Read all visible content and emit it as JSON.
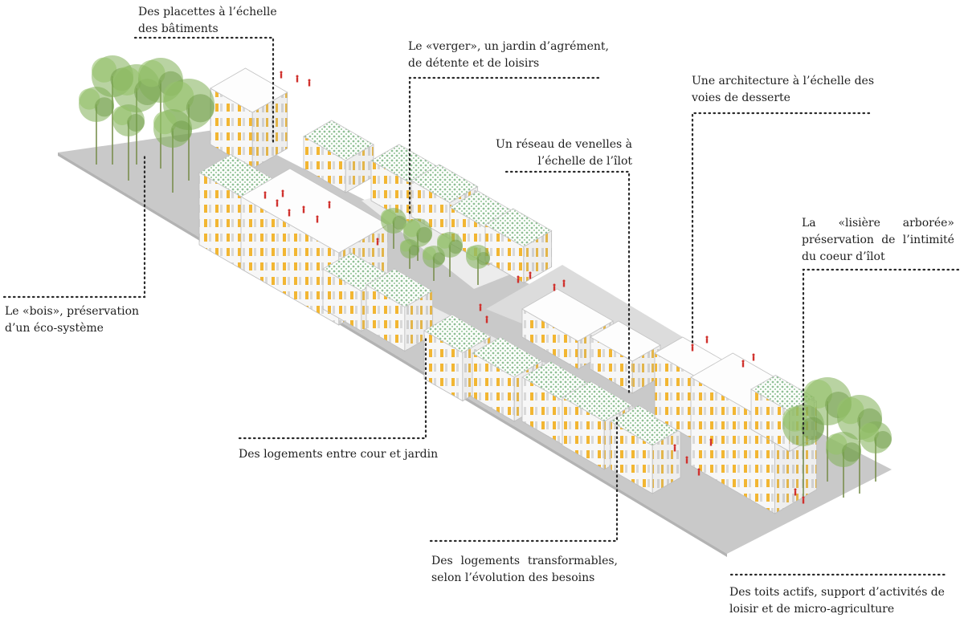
{
  "annotations": [
    {
      "id": "placettes",
      "lines": [
        "Des placettes à l’échelle",
        "des bâtiments"
      ]
    },
    {
      "id": "verger",
      "lines": [
        "Le «verger», un jardin d’agrément,",
        "de détente et de loisirs"
      ]
    },
    {
      "id": "architecture",
      "lines": [
        "Une architecture à l’échelle des",
        "voies de desserte"
      ]
    },
    {
      "id": "venelles",
      "lines": [
        "Un réseau de venelles à",
        "l’échelle de l’îlot"
      ]
    },
    {
      "id": "lisiere",
      "lines": [
        "La «lisière arborée»",
        "préservation de l’intimité",
        "du coeur d’îlot"
      ]
    },
    {
      "id": "bois",
      "lines": [
        "Le «bois», préservation",
        "d’un éco-système"
      ]
    },
    {
      "id": "cour-jardin",
      "lines": [
        "Des logements entre cour et jardin"
      ]
    },
    {
      "id": "transformables",
      "lines": [
        "Des logements transformables,",
        "selon l’évolution des besoins"
      ]
    },
    {
      "id": "toits",
      "lines": [
        "Des toits actifs, support d’activités de",
        "loisir et de micro-agriculture"
      ]
    }
  ],
  "colors": {
    "ground": "#c9c9c9",
    "building_light": "#fbfbfb",
    "building_shade": "#e6e6e6",
    "window": "#f2b632",
    "green_roof": "#8fbf95",
    "tree": "#7fae56",
    "figure": "#d0312d",
    "leader": "#2a2a2a"
  }
}
